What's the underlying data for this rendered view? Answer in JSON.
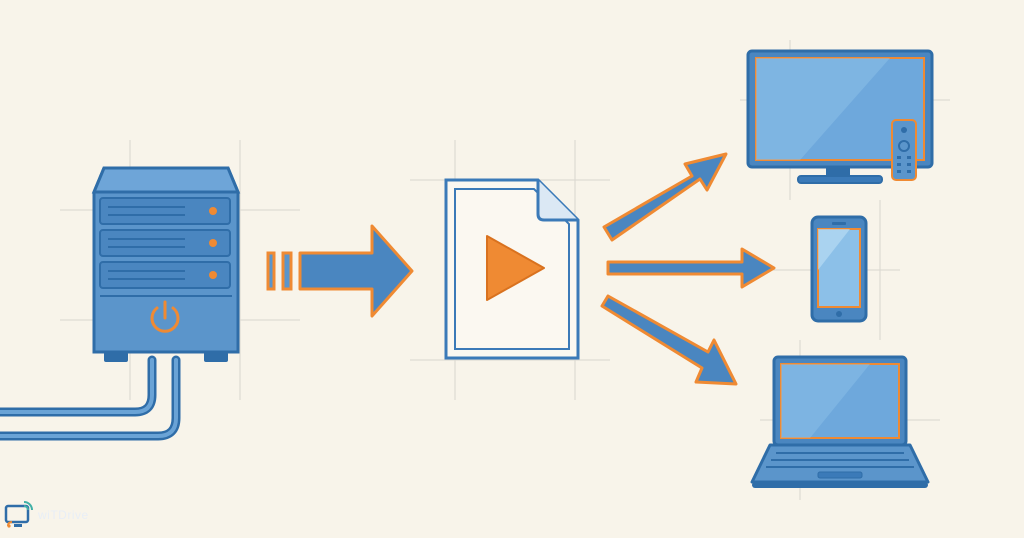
{
  "diagram": {
    "colors": {
      "background": "#f8f4ea",
      "blue": "#4a86c0",
      "blue_dark": "#2f6da8",
      "blue_light": "#8cc0e8",
      "orange": "#ef8a33",
      "grid": "#d9d6cf"
    },
    "nodes": [
      {
        "id": "server",
        "icon": "media-server-icon"
      },
      {
        "id": "file",
        "icon": "video-file-icon"
      },
      {
        "id": "tv",
        "icon": "television-icon"
      },
      {
        "id": "phone",
        "icon": "smartphone-icon"
      },
      {
        "id": "laptop",
        "icon": "laptop-icon"
      }
    ],
    "edges": [
      {
        "from": "server",
        "to": "file"
      },
      {
        "from": "file",
        "to": "tv"
      },
      {
        "from": "file",
        "to": "phone"
      },
      {
        "from": "file",
        "to": "laptop"
      }
    ]
  },
  "watermark": {
    "icon": "cast-logo-icon",
    "text": "wiTDrive"
  }
}
